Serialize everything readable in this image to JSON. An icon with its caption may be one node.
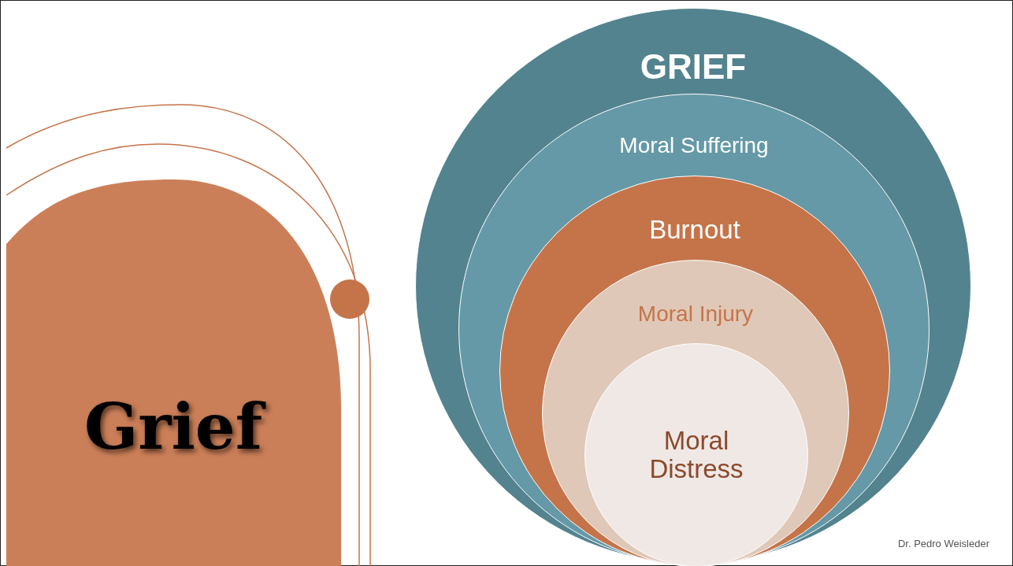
{
  "diagram": {
    "title": "Grief",
    "nodes": [
      {
        "text": [
          "GRIEF"
        ]
      },
      {
        "text": [
          "Moral Suffering"
        ],
        "in": 0
      },
      {
        "text": [
          "Burnout"
        ],
        "in": 1
      },
      {
        "text": [
          "Moral Injury"
        ],
        "in": 2
      },
      {
        "text": [
          "Moral Distress"
        ],
        "in": 3
      }
    ],
    "labels": [
      "Dr. Pedro Weisleder"
    ]
  }
}
